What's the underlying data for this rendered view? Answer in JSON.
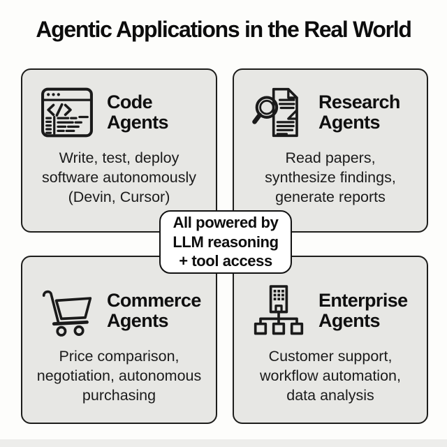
{
  "title": "Agentic Applications in the Real World",
  "colors": {
    "background": "#fdfdfb",
    "card_background": "#e7e7e4",
    "card_border": "#1d1d1b",
    "center_background": "#ffffff",
    "center_border": "#121212",
    "text": "#141414"
  },
  "cards": [
    {
      "id": "code-agents",
      "icon": "code-editor-icon",
      "title_lines": [
        "Code",
        "Agents"
      ],
      "description_lines": [
        "Write, test, deploy",
        "software autonomously",
        "(Devin, Cursor)"
      ]
    },
    {
      "id": "research-agents",
      "icon": "magnifier-documents-icon",
      "title_lines": [
        "Research",
        "Agents"
      ],
      "description_lines": [
        "Read papers,",
        "synthesize findings,",
        "generate reports"
      ]
    },
    {
      "id": "commerce-agents",
      "icon": "shopping-cart-icon",
      "title_lines": [
        "Commerce",
        "Agents"
      ],
      "description_lines": [
        "Price comparison,",
        "negotiation, autonomous",
        "purchasing"
      ]
    },
    {
      "id": "enterprise-agents",
      "icon": "building-orgchart-icon",
      "title_lines": [
        "Enterprise",
        "Agents"
      ],
      "description_lines": [
        "Customer support,",
        "workflow automation,",
        "data analysis"
      ]
    }
  ],
  "center_note": {
    "lines": [
      "All powered by",
      "LLM reasoning",
      "+ tool access"
    ]
  }
}
